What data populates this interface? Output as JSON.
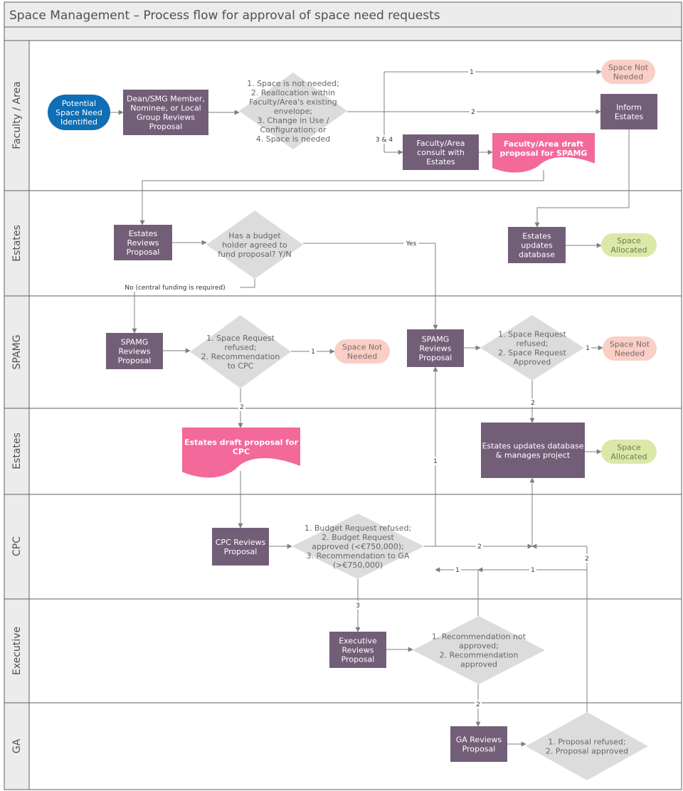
{
  "title": "Space Management – Process flow for approval of space need requests",
  "colors": {
    "process": "#735E78",
    "decision": "#DCDCDC",
    "start": "#0F6EB4",
    "doc": "#F2699A",
    "not_needed": "#F9CFC6",
    "allocated": "#DBE8A8",
    "line": "#7F7F7F",
    "border": "#5F5F5F"
  },
  "lanes": [
    {
      "id": "faculty",
      "label": "Faculty / Area"
    },
    {
      "id": "estates1",
      "label": "Estates"
    },
    {
      "id": "spamg",
      "label": "SPAMG"
    },
    {
      "id": "estates2",
      "label": "Estates"
    },
    {
      "id": "cpc",
      "label": "CPC"
    },
    {
      "id": "executive",
      "label": "Executive"
    },
    {
      "id": "ga",
      "label": "GA"
    }
  ],
  "nodes": {
    "potential": {
      "shape": "start",
      "lines": [
        "Potential",
        "Space Need",
        "Identified"
      ]
    },
    "dean": {
      "shape": "process",
      "lines": [
        "Dean/SMG Member,",
        "Nominee, or Local",
        "Group Reviews",
        "Proposal"
      ]
    },
    "fac_decision": {
      "shape": "decision",
      "lines": [
        "1. Space is not needed;",
        "2. Reallocation within",
        "Faculty/Area's existing",
        "envelope;",
        "3. Change in Use /",
        "Configuration; or",
        "4. Space is needed"
      ]
    },
    "not_needed_1": {
      "shape": "not_needed",
      "lines": [
        "Space Not",
        "Needed"
      ]
    },
    "inform_estates": {
      "shape": "process",
      "lines": [
        "Inform",
        "Estates"
      ]
    },
    "fac_consult": {
      "shape": "process",
      "lines": [
        "Faculty/Area",
        "consult with",
        "Estates"
      ]
    },
    "fac_draft": {
      "shape": "doc",
      "lines": [
        "Faculty/Area draft",
        "proposal for SPAMG"
      ]
    },
    "estates_reviews": {
      "shape": "process",
      "lines": [
        "Estates",
        "Reviews",
        "Proposal"
      ]
    },
    "budget_decision": {
      "shape": "decision",
      "lines": [
        "Has a budget",
        "holder agreed to",
        "fund proposal? Y/N"
      ]
    },
    "estates_updates_db": {
      "shape": "process",
      "lines": [
        "Estates",
        "updates",
        "database"
      ]
    },
    "allocated_1": {
      "shape": "allocated",
      "lines": [
        "Space",
        "Allocated"
      ]
    },
    "spamg_reviews_1": {
      "shape": "process",
      "lines": [
        "SPAMG",
        "Reviews",
        "Proposal"
      ]
    },
    "spamg_decision_1": {
      "shape": "decision",
      "lines": [
        "1. Space Request",
        "refused;",
        "2. Recommendation",
        "to CPC"
      ]
    },
    "not_needed_2": {
      "shape": "not_needed",
      "lines": [
        "Space Not",
        "Needed"
      ]
    },
    "spamg_reviews_2": {
      "shape": "process",
      "lines": [
        "SPAMG",
        "Reviews",
        "Proposal"
      ]
    },
    "spamg_decision_2": {
      "shape": "decision",
      "lines": [
        "1. Space Request",
        "refused;",
        "2. Space Request",
        "Approved"
      ]
    },
    "not_needed_3": {
      "shape": "not_needed",
      "lines": [
        "Space Not",
        "Needed"
      ]
    },
    "estates_draft_cpc": {
      "shape": "doc",
      "lines": [
        "Estates draft proposal for",
        "CPC"
      ]
    },
    "estates_manages": {
      "shape": "process",
      "lines": [
        "Estates updates database",
        "& manages project"
      ]
    },
    "allocated_2": {
      "shape": "allocated",
      "lines": [
        "Space",
        "Allocated"
      ]
    },
    "cpc_reviews": {
      "shape": "process",
      "lines": [
        "CPC Reviews",
        "Proposal"
      ]
    },
    "cpc_decision": {
      "shape": "decision",
      "lines": [
        "1. Budget Request refused;",
        "2. Budget Request",
        "approved (<€750,000);",
        "3. Recommendation to GA",
        "(>€750,000)"
      ]
    },
    "exec_reviews": {
      "shape": "process",
      "lines": [
        "Executive",
        "Reviews",
        "Proposal"
      ]
    },
    "exec_decision": {
      "shape": "decision",
      "lines": [
        "1. Recommendation not",
        "approved;",
        "2. Recommendation",
        "approved"
      ]
    },
    "ga_reviews": {
      "shape": "process",
      "lines": [
        "GA Reviews",
        "Proposal"
      ]
    },
    "ga_decision": {
      "shape": "decision",
      "lines": [
        "1. Proposal refused;",
        "2. Proposal approved"
      ]
    }
  },
  "edge_labels": {
    "fac_1": "1",
    "fac_2": "2",
    "fac_34": "3 & 4",
    "yes": "Yes",
    "no": "No (central funding is required)",
    "spamg1_1": "1",
    "spamg1_2": "2",
    "spamg2_1": "1",
    "spamg2_2": "2",
    "cpc_1": "1",
    "cpc_2": "2",
    "cpc_3": "3",
    "exec_1": "1",
    "exec_2": "2",
    "ga_1": "1",
    "ga_2": "2"
  }
}
